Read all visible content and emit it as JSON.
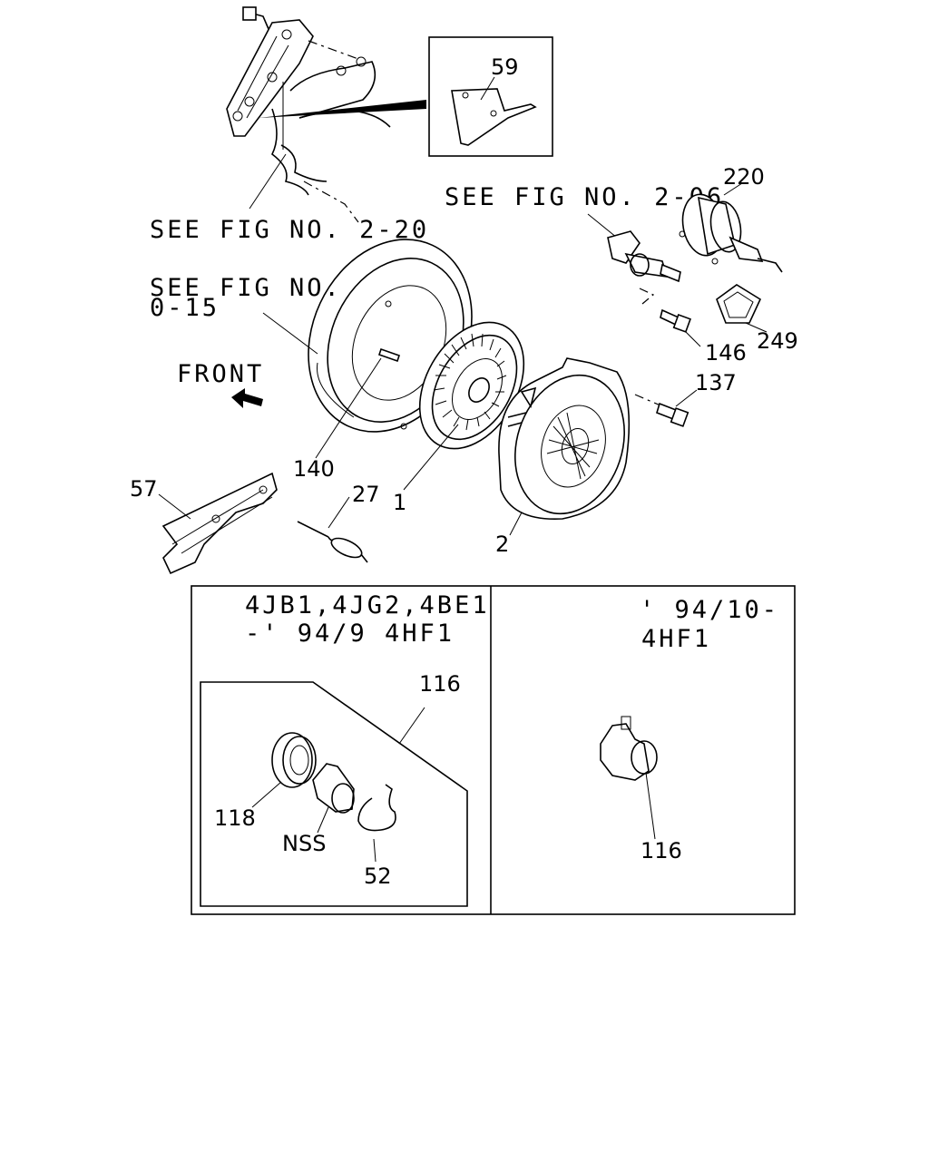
{
  "refs": {
    "fig_2_20": "SEE FIG NO. 2-20",
    "fig_2_06": "SEE FIG NO. 2-06",
    "fig_0_15_line1": "SEE FIG NO.",
    "fig_0_15_line2": "0-15"
  },
  "front_label": "FRONT",
  "callouts": {
    "p59": "59",
    "p220": "220",
    "p146": "146",
    "p249": "249",
    "p137": "137",
    "p140": "140",
    "p1": "1",
    "p2": "2",
    "p27": "27",
    "p57": "57"
  },
  "box_left": {
    "line1": "4JB1,4JG2,4BE1",
    "line2": "-' 94/9 4HF1",
    "p116": "116",
    "p118": "118",
    "nss": "NSS",
    "p52": "52"
  },
  "box_right": {
    "line1": "' 94/10-",
    "line2": "4HF1",
    "p116": "116"
  }
}
